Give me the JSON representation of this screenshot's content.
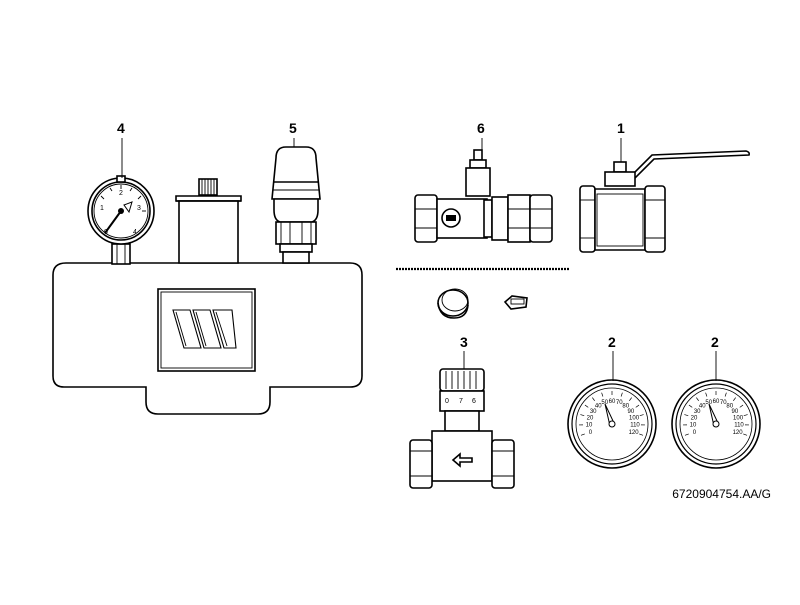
{
  "callouts": {
    "gauge_group": "4",
    "air_vent": "5",
    "fill_valve": "6",
    "ball_valve": "1",
    "flow_limiter": "3",
    "thermometer_a": "2",
    "thermometer_b": "2"
  },
  "pressure_gauge": {
    "ticks": [
      "0",
      "1",
      "2",
      "3",
      "4"
    ]
  },
  "flow_limiter": {
    "scale": [
      "0",
      "7",
      "6"
    ]
  },
  "thermometer": {
    "ticks": [
      "0",
      "10",
      "20",
      "30",
      "40",
      "50",
      "60",
      "70",
      "80",
      "90",
      "100",
      "110",
      "120"
    ]
  },
  "document_id": "6720904754.AA/G",
  "icons": [
    "pressure-gauge-icon",
    "air-vent-icon",
    "fill-valve-icon",
    "ball-valve-icon",
    "flow-limiter-icon",
    "thermometer-icon",
    "cap-icon",
    "key-icon",
    "brand-logo-icon"
  ]
}
